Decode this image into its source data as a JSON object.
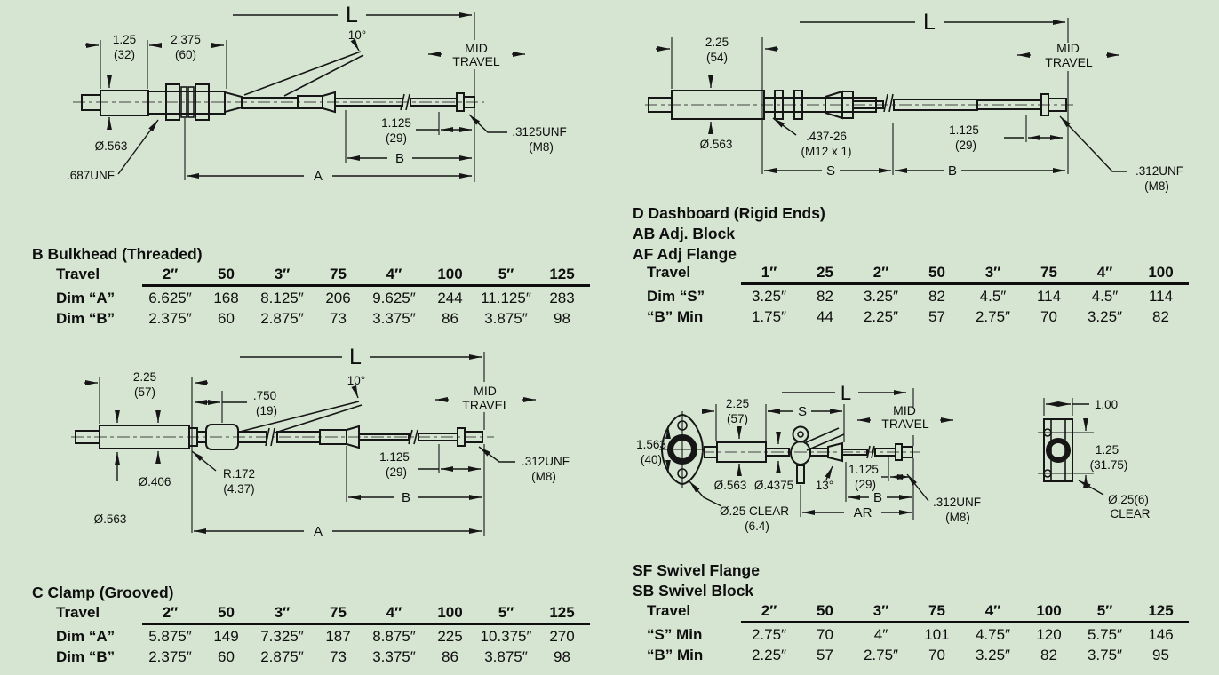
{
  "diagrams": {
    "bulkhead": {
      "L": "L",
      "len1": "1.25",
      "len1mm": "(32)",
      "len2": "2.375",
      "len2mm": "(60)",
      "angle": "10°",
      "mid": "MID",
      "travel": "TRAVEL",
      "len3": "1.125",
      "len3mm": "(29)",
      "endthread": ".3125UNF",
      "endthreadmm": "(M8)",
      "dia": "Ø.563",
      "thread": ".687UNF",
      "B": "B",
      "A": "A"
    },
    "dashboard": {
      "L": "L",
      "len1": "2.25",
      "len1mm": "(54)",
      "mid": "MID",
      "travel": "TRAVEL",
      "dia": "Ø.563",
      "thread": ".437-26",
      "threadmm": "(M12 x 1)",
      "len3": "1.125",
      "len3mm": "(29)",
      "S": "S",
      "B": "B",
      "endthread": ".312UNF",
      "endthreadmm": "(M8)"
    },
    "clamp": {
      "L": "L",
      "len1": "2.25",
      "len1mm": "(57)",
      "len2": ".750",
      "len2mm": "(19)",
      "angle": "10°",
      "mid": "MID",
      "travel": "TRAVEL",
      "diasmall": "Ø.406",
      "r": "R.172",
      "rmm": "(4.37)",
      "len3": "1.125",
      "len3mm": "(29)",
      "endthread": ".312UNF",
      "endthreadmm": "(M8)",
      "dia": "Ø.563",
      "B": "B",
      "A": "A"
    },
    "swivel": {
      "L": "L",
      "len1": "2.25",
      "len1mm": "(57)",
      "S": "S",
      "mid": "MID",
      "travel": "TRAVEL",
      "w": "1.00",
      "fh": "1.563",
      "fhmm": "(40)",
      "dia": "Ø.563",
      "dia2": "Ø.4375",
      "angle": "13°",
      "len3": "1.125",
      "len3mm": "(29)",
      "bh": "1.25",
      "bhmm": "(31.75)",
      "B": "B",
      "AR": "AR",
      "clear1": "Ø.25 CLEAR",
      "clear1mm": "(6.4)",
      "endthread": ".312UNF",
      "endthreadmm": "(M8)",
      "clear2a": "Ø.25(6)",
      "clear2b": "CLEAR"
    }
  },
  "tables": {
    "bulkhead": {
      "title": "B Bulkhead (Threaded)",
      "row_header": "Travel",
      "columns": [
        "2″",
        "50",
        "3″",
        "75",
        "4″",
        "100",
        "5″",
        "125"
      ],
      "rows": [
        {
          "label": "Dim “A”",
          "values": [
            "6.625″",
            "168",
            "8.125″",
            "206",
            "9.625″",
            "244",
            "11.125″",
            "283"
          ]
        },
        {
          "label": "Dim “B”",
          "values": [
            "2.375″",
            "60",
            "2.875″",
            "73",
            "3.375″",
            "86",
            "3.875″",
            "98"
          ]
        }
      ]
    },
    "dashboard": {
      "titles": [
        "D Dashboard (Rigid Ends)",
        "AB Adj. Block",
        "AF Adj Flange"
      ],
      "row_header": "Travel",
      "columns": [
        "1″",
        "25",
        "2″",
        "50",
        "3″",
        "75",
        "4″",
        "100"
      ],
      "rows": [
        {
          "label": "Dim “S”",
          "values": [
            "3.25″",
            "82",
            "3.25″",
            "82",
            "4.5″",
            "114",
            "4.5″",
            "114"
          ]
        },
        {
          "label": "“B” Min",
          "values": [
            "1.75″",
            "44",
            "2.25″",
            "57",
            "2.75″",
            "70",
            "3.25″",
            "82"
          ]
        }
      ]
    },
    "clamp": {
      "title": "C Clamp (Grooved)",
      "row_header": "Travel",
      "columns": [
        "2″",
        "50",
        "3″",
        "75",
        "4″",
        "100",
        "5″",
        "125"
      ],
      "rows": [
        {
          "label": "Dim “A”",
          "values": [
            "5.875″",
            "149",
            "7.325″",
            "187",
            "8.875″",
            "225",
            "10.375″",
            "270"
          ]
        },
        {
          "label": "Dim “B”",
          "values": [
            "2.375″",
            "60",
            "2.875″",
            "73",
            "3.375″",
            "86",
            "3.875″",
            "98"
          ]
        }
      ]
    },
    "swivel": {
      "titles": [
        "SF Swivel Flange",
        "SB Swivel Block"
      ],
      "row_header": "Travel",
      "columns": [
        "2″",
        "50",
        "3″",
        "75",
        "4″",
        "100",
        "5″",
        "125"
      ],
      "rows": [
        {
          "label": "“S” Min",
          "values": [
            "2.75″",
            "70",
            "4″",
            "101",
            "4.75″",
            "120",
            "5.75″",
            "146"
          ]
        },
        {
          "label": "“B” Min",
          "values": [
            "2.25″",
            "57",
            "2.75″",
            "70",
            "3.25″",
            "82",
            "3.75″",
            "95"
          ]
        }
      ]
    }
  }
}
